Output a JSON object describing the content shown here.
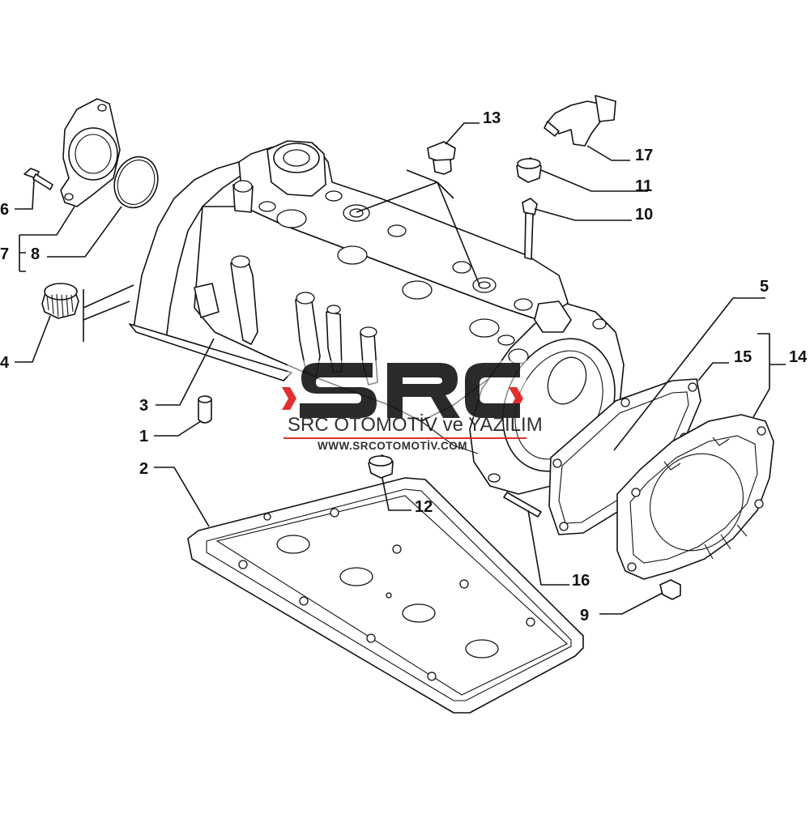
{
  "callouts": [
    {
      "id": "1",
      "label": "1"
    },
    {
      "id": "2",
      "label": "2"
    },
    {
      "id": "3",
      "label": "3"
    },
    {
      "id": "4",
      "label": "4"
    },
    {
      "id": "5",
      "label": "5"
    },
    {
      "id": "6",
      "label": "6"
    },
    {
      "id": "7",
      "label": "7"
    },
    {
      "id": "8",
      "label": "8"
    },
    {
      "id": "9",
      "label": "9"
    },
    {
      "id": "10",
      "label": "10"
    },
    {
      "id": "11",
      "label": "11"
    },
    {
      "id": "12",
      "label": "12"
    },
    {
      "id": "13",
      "label": "13"
    },
    {
      "id": "14",
      "label": "14"
    },
    {
      "id": "15",
      "label": "15"
    },
    {
      "id": "16",
      "label": "16"
    },
    {
      "id": "17",
      "label": "17"
    }
  ],
  "watermark": {
    "logo_text": "SRC",
    "company": "SRC OTOMOTİV ve YAZILIM",
    "url": "WWW.SRCOTOMOTİV.COM",
    "accent_color": "#e02020",
    "logo_color": "#1a1a1a"
  },
  "colors": {
    "line": "#111111",
    "background": "#ffffff"
  }
}
